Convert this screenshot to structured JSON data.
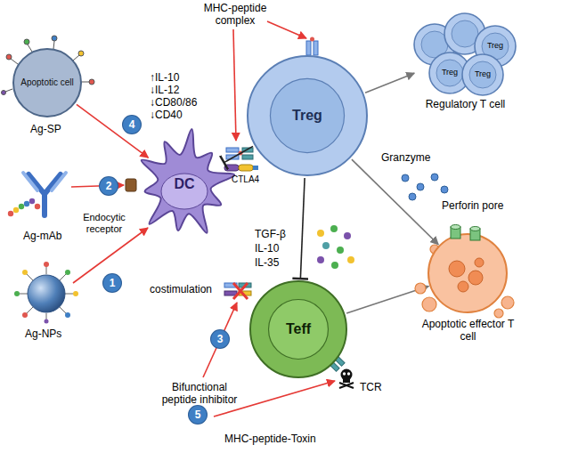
{
  "diagram": {
    "nodes": [
      {
        "text": [
          "Apoptotic cell"
        ]
      },
      {
        "text": [
          "DC"
        ]
      },
      {
        "text": [
          "Treg"
        ]
      },
      {
        "text": [
          "Teff"
        ]
      },
      {
        "text": [
          "Regulatory T cell"
        ]
      },
      {
        "text": [
          "Apoptotic effector T cell"
        ]
      }
    ],
    "edges": [
      {
        "from": 0,
        "to": 1,
        "arrow": "to"
      },
      {
        "from": 2,
        "to": 4,
        "arrow": "to"
      },
      {
        "from": 2,
        "to": 5,
        "arrow": "to"
      },
      {
        "from": 3,
        "to": 5,
        "arrow": "to"
      },
      {
        "from": 2,
        "to": 1,
        "arrow": "to"
      },
      {
        "from": 2,
        "to": 3,
        "arrow": "to"
      }
    ],
    "labels": [
      "MHC-peptide complex",
      "↑IL-10",
      "↓IL-12",
      "↓CD80/86",
      "↓CD40",
      "CTLA4",
      "Ag-SP",
      "Endocytic receptor",
      "Ag-mAb",
      "Ag-NPs",
      "costimulation",
      "Bifunctional peptide inhibitor",
      "TGF-β",
      "IL-10",
      "IL-35",
      "Granzyme",
      "Perforin pore",
      "TCR",
      "MHC-peptide-Toxin",
      "1",
      "2",
      "3",
      "4",
      "5",
      "Treg",
      "Treg",
      "Treg"
    ]
  }
}
